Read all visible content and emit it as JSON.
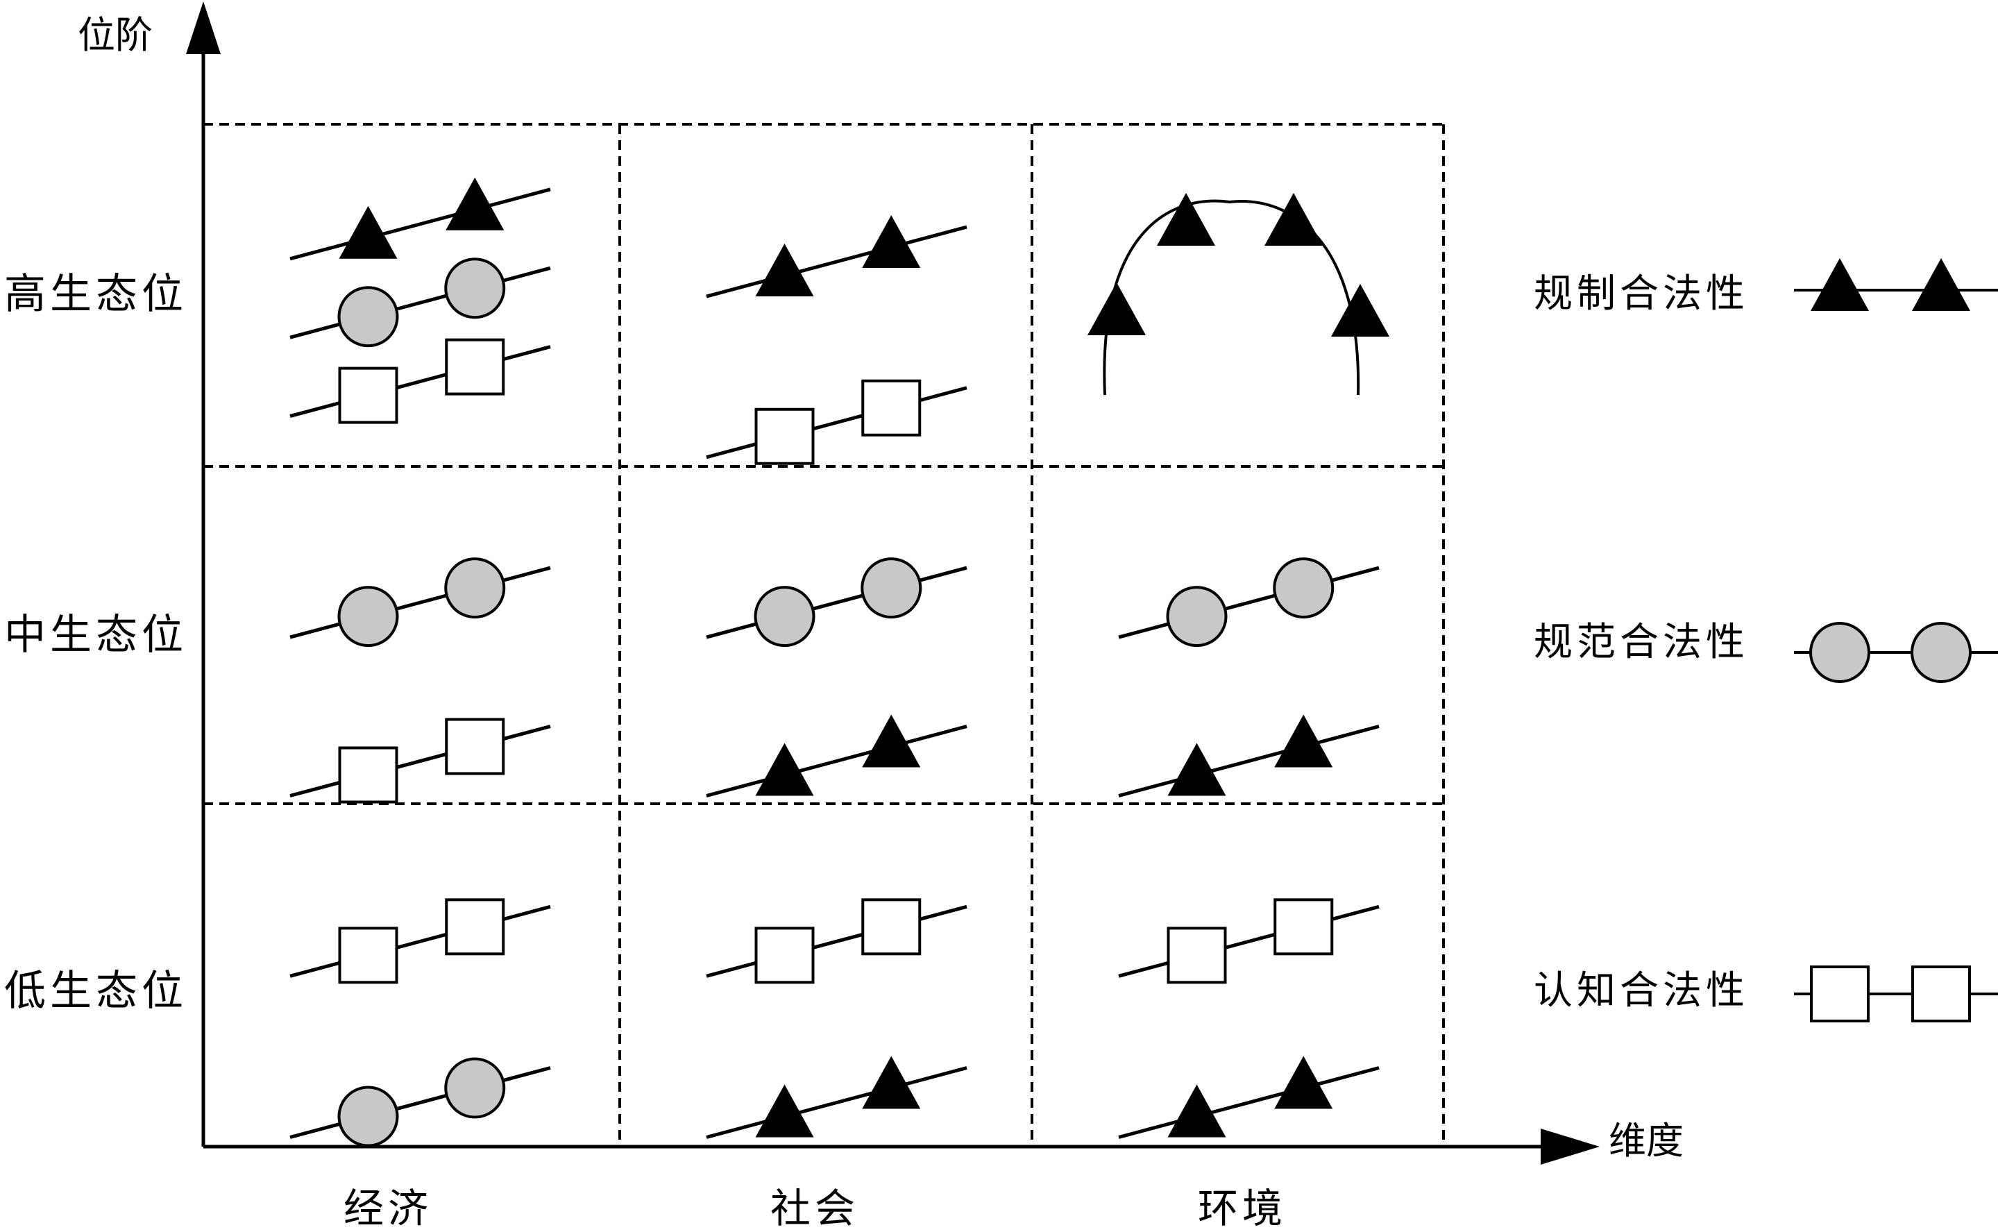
{
  "axes": {
    "y_title": "位阶",
    "x_title": "维度"
  },
  "rows": [
    {
      "key": "high",
      "label": "高生态位"
    },
    {
      "key": "mid",
      "label": "中生态位"
    },
    {
      "key": "low",
      "label": "低生态位"
    }
  ],
  "columns": [
    {
      "key": "economy",
      "label": "经济"
    },
    {
      "key": "society",
      "label": "社会"
    },
    {
      "key": "environment",
      "label": "环境"
    }
  ],
  "legend": [
    {
      "key": "regulative",
      "label": "规制合法性",
      "marker": "filled-triangle"
    },
    {
      "key": "normative",
      "label": "规范合法性",
      "marker": "gray-circle"
    },
    {
      "key": "cognitive",
      "label": "认知合法性",
      "marker": "open-square"
    }
  ],
  "cells": {
    "high-economy": [
      "regulative",
      "normative",
      "cognitive"
    ],
    "high-society": [
      "regulative",
      "cognitive"
    ],
    "high-environment": [
      "regulative"
    ],
    "mid-economy": [
      "normative",
      "cognitive"
    ],
    "mid-society": [
      "normative",
      "regulative"
    ],
    "mid-environment": [
      "normative",
      "regulative"
    ],
    "low-economy": [
      "cognitive",
      "normative"
    ],
    "low-society": [
      "cognitive",
      "regulative"
    ],
    "low-environment": [
      "cognitive",
      "regulative"
    ]
  },
  "trends": {
    "high-environment": "inverted-U"
  },
  "colors": {
    "line": "#000000",
    "circle_fill": "#c8c8c8",
    "square_fill": "#ffffff",
    "triangle_fill": "#000000"
  }
}
